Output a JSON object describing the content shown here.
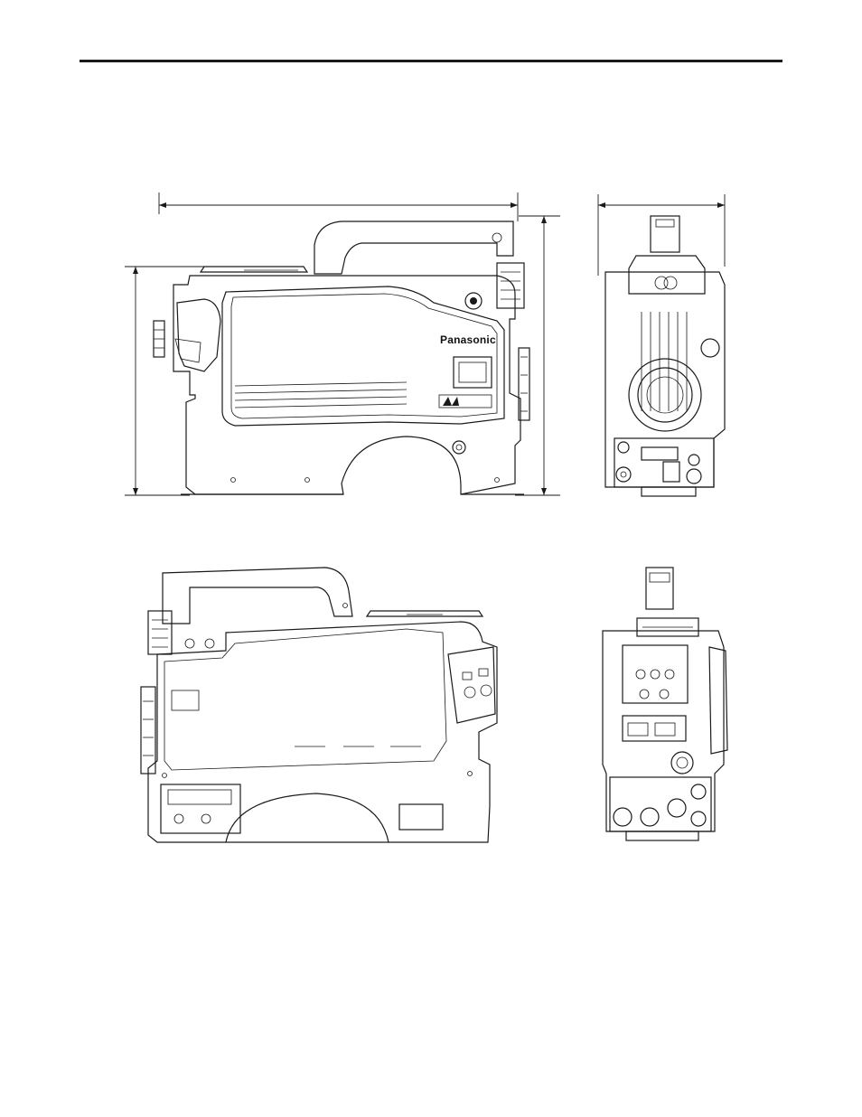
{
  "page": {
    "brand_logo_text": "Panasonic"
  },
  "figures": [
    {
      "view": "side-left",
      "icon": "camera-left-side-drawing"
    },
    {
      "view": "front",
      "icon": "camera-front-drawing"
    },
    {
      "view": "side-right",
      "icon": "camera-right-side-drawing"
    },
    {
      "view": "rear",
      "icon": "camera-rear-drawing"
    }
  ]
}
